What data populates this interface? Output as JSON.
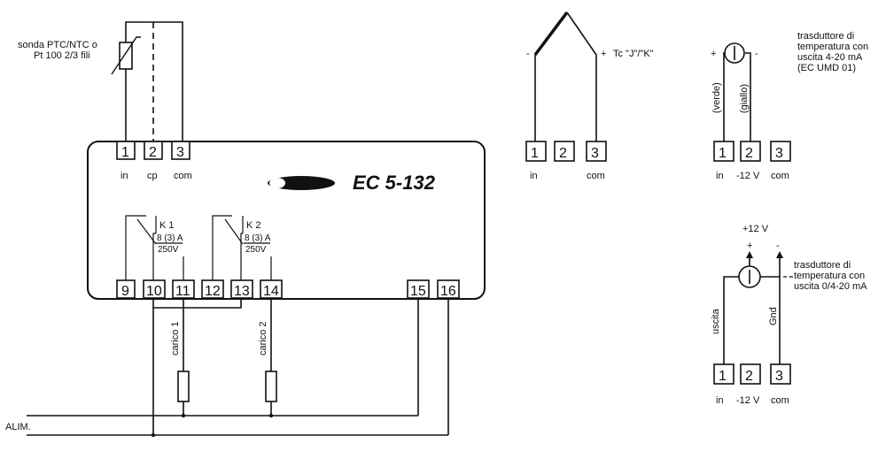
{
  "controller": {
    "model": "EC 5-132",
    "terminals_top": [
      "1",
      "2",
      "3"
    ],
    "terminals_top_labels": [
      "in",
      "cp",
      "com"
    ],
    "terminals_bottom": [
      "9",
      "10",
      "11",
      "12",
      "13",
      "14",
      "15",
      "16"
    ]
  },
  "probe": {
    "label_line1": "sonda PTC/NTC o",
    "label_line2": "Pt 100 2/3 fili"
  },
  "relays": [
    {
      "name": "K 1",
      "rating1": "8 (3) A",
      "rating2": "250V"
    },
    {
      "name": "K 2",
      "rating1": "8 (3) A",
      "rating2": "250V"
    }
  ],
  "loads": [
    "carico 1",
    "carico 2"
  ],
  "power_label": "ALIM.",
  "thermocouple": {
    "label": "Tc \"J\"/\"K\"",
    "minus": "-",
    "plus": "+",
    "terminals": [
      "1",
      "2",
      "3"
    ],
    "terminal_labels": [
      "in",
      "com"
    ]
  },
  "transducer_ma": {
    "label_line1": "trasduttore di",
    "label_line2": "temperatura con",
    "label_line3": "uscita 4-20 mA",
    "label_line4": "(EC UMD 01)",
    "wire1": "(verde)",
    "wire2": "(giallo)",
    "plus": "+",
    "minus": "-",
    "terminals": [
      "1",
      "2",
      "3"
    ],
    "terminal_labels": [
      "in",
      "-12 V",
      "com"
    ]
  },
  "transducer_v": {
    "label_line1": "trasduttore di",
    "label_line2": "temperatura con",
    "label_line3": "uscita 0/4-20 mA",
    "supply": "+12 V",
    "plus": "+",
    "minus": "-",
    "wire1": "uscita",
    "wire2": "Gnd",
    "terminals": [
      "1",
      "2",
      "3"
    ],
    "terminal_labels": [
      "in",
      "-12 V",
      "com"
    ]
  }
}
